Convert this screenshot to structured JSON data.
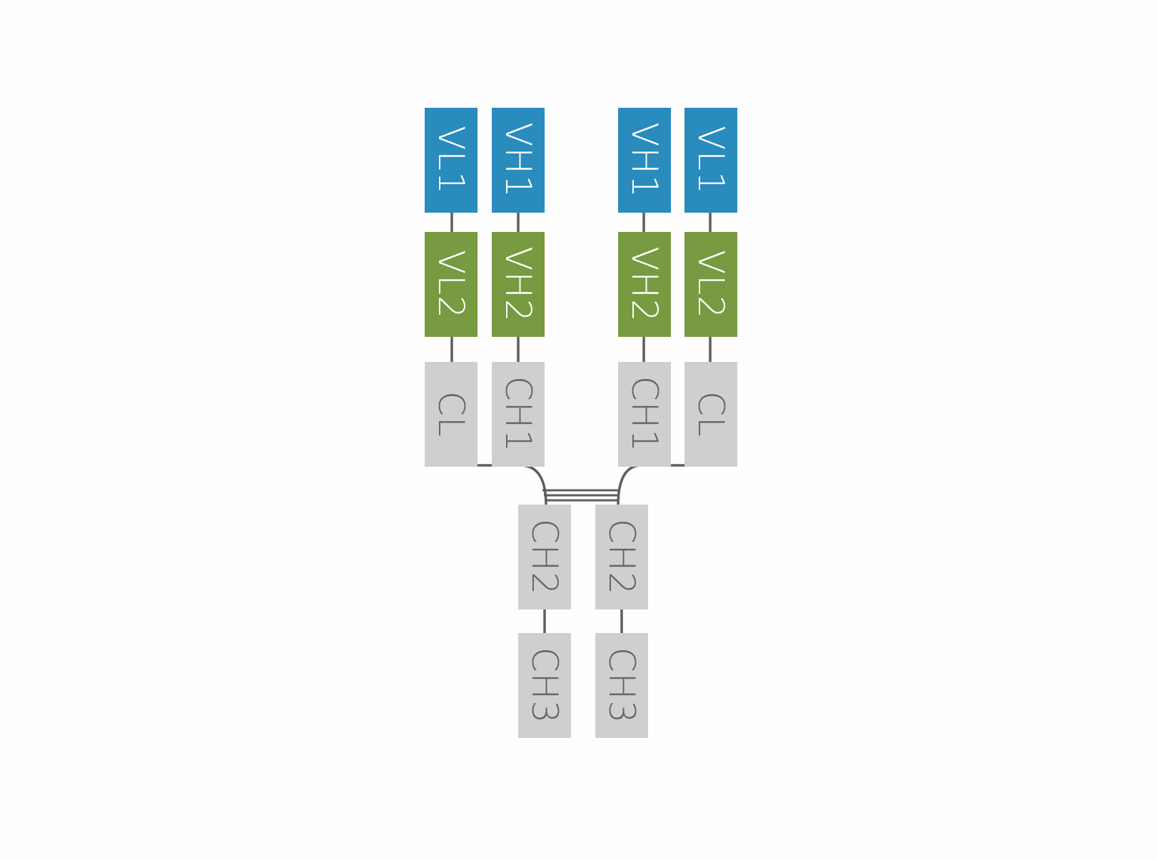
{
  "colors": {
    "background": "#fefefe",
    "variable_domain_1": "#2a8bbd",
    "variable_domain_2": "#789a40",
    "constant_domain": "#cfcfcf",
    "connector": "#5f5f5f",
    "light_text": "#ffffff",
    "dark_text": "#666666"
  },
  "domains": {
    "left_arm_outer": [
      "VL1",
      "VL2",
      "CL"
    ],
    "left_arm_inner": [
      "VH1",
      "VH2",
      "CH1"
    ],
    "right_arm_inner": [
      "VH1",
      "VH2",
      "CH1"
    ],
    "right_arm_outer": [
      "VL1",
      "VL2",
      "CL"
    ],
    "stem_left": [
      "CH2",
      "CH3"
    ],
    "stem_right": [
      "CH2",
      "CH3"
    ]
  }
}
